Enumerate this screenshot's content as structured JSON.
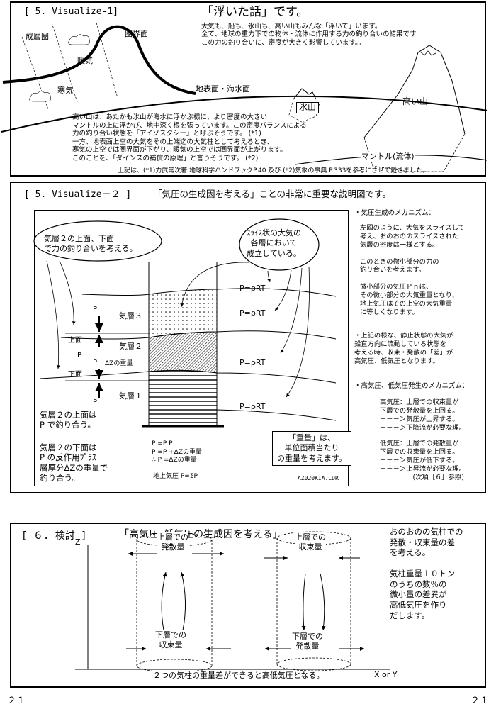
{
  "panel1": {
    "header": "[ 5. Visualize-1]",
    "title": "「浮いた話」です。",
    "intro": "大気も、船も、氷山も、高い山もみんな「浮いて」います。\n全て、地球の重力下での物体・流体に作用する力の釣り合いの結果です\nこの力の釣り合いに、密度が大きく影響しています。。",
    "labels": {
      "stratosphere": "成層圏",
      "tropopause": "圏界面",
      "warm_air": "暖気",
      "cold_air": "寒気",
      "surface": "地表面・海水面",
      "iceberg": "氷山",
      "mountain": "高い山",
      "mantle": "マントル(流体)"
    },
    "body": "高い山は、あたかも氷山が海水に浮かぶ様に、より密度の大きい\nマントルの上に浮かび、地中深く根を張っています。この密度バランスによる\n力の釣り合い状態を「アイソスタシー」と呼ぶそうです。 (*1)\n一方、地表面上空の大気をその上端迄の大気柱として考えるとき、\n寒気の上空では圏界面が下がり、暖気の上空では圏界面が上がります。\nこのことを、「ダインスの補償の原理」と言うそうです。 (*2)",
    "source": "上記は、(*1)力武常次著.地球科学ハンドブックP.40 及び (*2)気象の事典 P.333を参考にさせて戴きました。"
  },
  "panel2": {
    "header": "[ 5. Visualize－２ ]",
    "title": "「気圧の生成因を考える」ことの非常に重要な説明図です。",
    "bubble_left": "気層２の上面、下面\nで力の釣り合いを考える。",
    "bubble_right": "ｽﾗｲｽ状の大気の\n各層において\n成立している。",
    "layer_labels": [
      "気層３",
      "気層２",
      "気層１"
    ],
    "eq": [
      "P=ρRT",
      "P=ρRT",
      "P=ρRT",
      "P=ρRT"
    ],
    "upper": "上面",
    "lower": "下面",
    "p_labels": [
      "P",
      "P",
      "P",
      "P"
    ],
    "dz": "ΔZの重量",
    "note_upper": "気層２の上面は\nP で釣り合う。",
    "note_lower": "気層２の下面は\nP の反作用ﾌﾟﾗｽ\n層厚分ΔZの重量で\n釣り合う。",
    "formulas": "P =P P\nP =P +ΔZの重量\n∴ P =ΔZの重量",
    "surface_pressure": "地上気圧 P=ΣP",
    "weight_note": "「重量」は、\n単位面積当たり\nの重量を考えます。",
    "file": "AZ020KIA.CDR",
    "right_text_1": "・気圧生成のメカニズム：",
    "right_text_2": "左図のように、大気をスライスして\n考え、おのおののスライスされた\n気層の密度は一様とする。\n\nこのときの微小部分の力の\n釣り合いを考えます。\n\n微小部分の気圧Ｐｎは、\nその微小部分の大気重量となり、\n地上気圧はその上空の大気重量\nに等しくなります。",
    "right_text_3": "・上記の様な、静止状態の大気が\n鉛直方向に流動している状態を\n考える時、収束・発散の「差」が\n高気圧、低気圧となります。",
    "right_text_4": "・高気圧、低気圧発生のメカニズム：",
    "right_text_5": "高気圧：上層での収束量が\n下層での発散量を上回る。\n－－－＞気圧が上昇する。\n－－－＞下降流が必要な理。",
    "right_text_6": "低気圧：上層での発散量が\n下層での収束量を上回る。\n－－－＞気圧が低下する。\n－－－＞上昇流が必要な理。\n　　　　　(次項［６］参照)"
  },
  "panel3": {
    "header": "[ ６. 検討 ]",
    "title": "「高気圧､低気圧の生成因を考える」",
    "left_top": "上層での\n発散量",
    "left_bottom": "下層での\n収束量",
    "right_top": "上層での\n収束量",
    "right_bottom": "下層での\n発散量",
    "axis_z": "Z",
    "axis_x": "X or Y",
    "caption": "２つの気柱の重量差ができると高低気圧となる。",
    "side_text": "おのおのの気柱での\n発散・収束量の差\nを考える。\n\n気柱重量１０トン\nのうちの数％の\n微小量の差異が\n高低気圧を作り\nだします。"
  },
  "footer": {
    "page_left": "２１",
    "page_right": "２１"
  }
}
